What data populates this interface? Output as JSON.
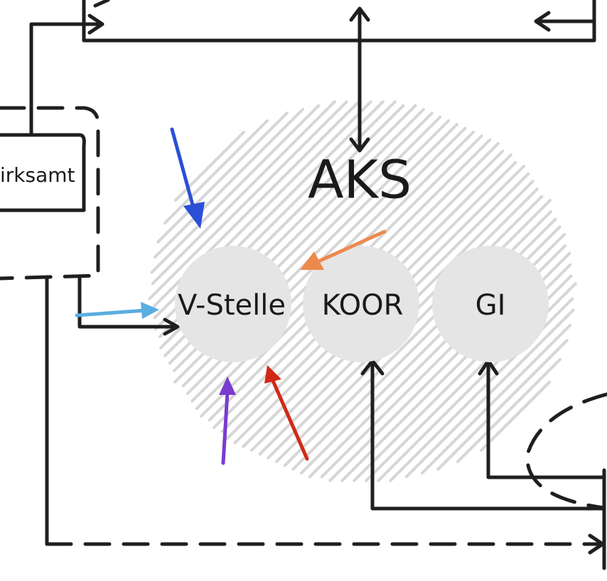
{
  "title": "AKS",
  "nodes": [
    {
      "id": "v-stelle",
      "label": "V-Stelle"
    },
    {
      "id": "koor",
      "label": "KOOR"
    },
    {
      "id": "gi",
      "label": "GI"
    }
  ],
  "boxes": {
    "bezirksamt": "irksamt"
  },
  "colors": {
    "ink": "#1f1f1f",
    "hatch": "#d6d6d6",
    "circle": "#e5e5e5",
    "blue": "#2b4fd6",
    "light_blue": "#5aaee0",
    "orange": "#ec8a4e",
    "purple": "#7a3bd0",
    "red": "#d02a16"
  }
}
